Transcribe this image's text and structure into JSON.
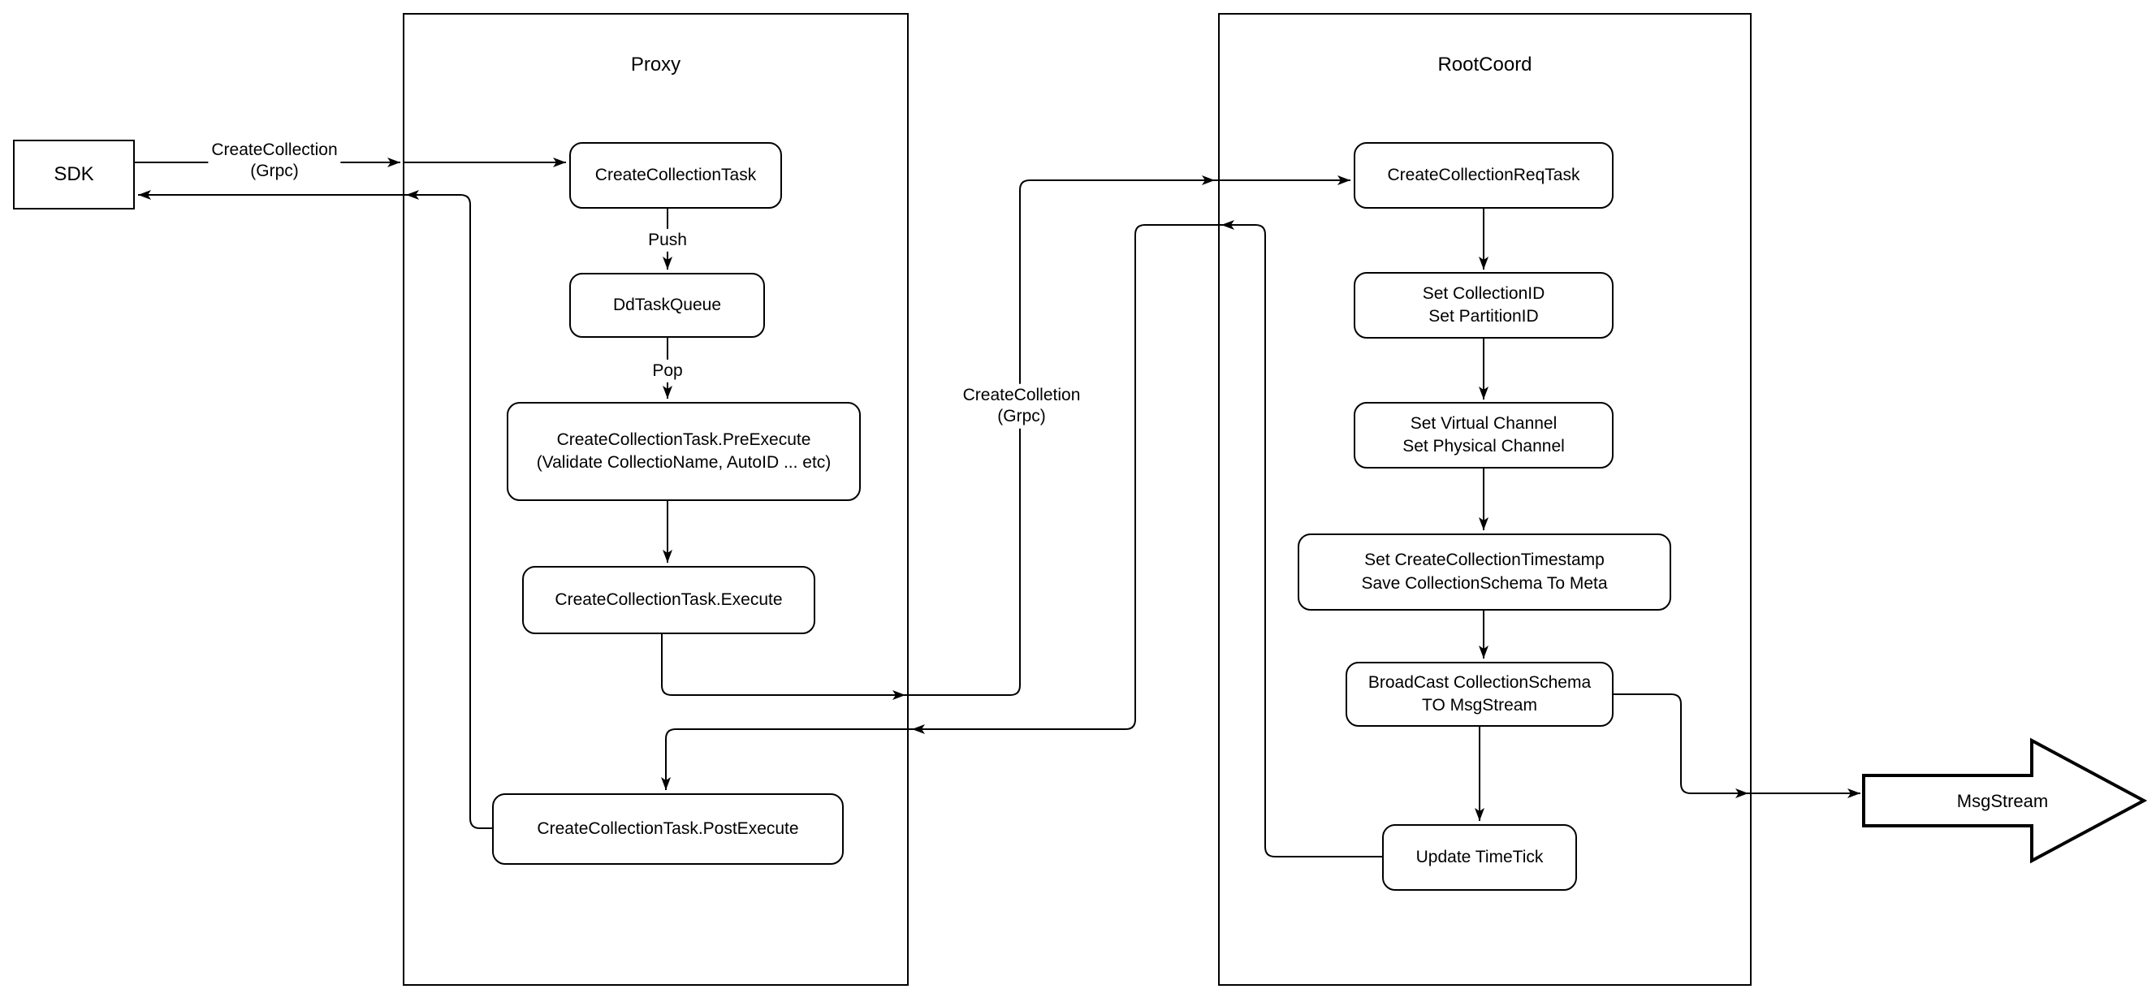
{
  "diagram": {
    "colors": {
      "stroke": "#000000",
      "background": "#ffffff",
      "node_fill": "#ffffff"
    },
    "sdk": {
      "label": "SDK"
    },
    "proxy": {
      "title": "Proxy",
      "nodes": {
        "task": {
          "label": "CreateCollectionTask"
        },
        "queue": {
          "label": "DdTaskQueue"
        },
        "pre": {
          "label": "CreateCollectionTask.PreExecute\n(Validate CollectioName, AutoID ... etc)"
        },
        "exec": {
          "label": "CreateCollectionTask.Execute"
        },
        "post": {
          "label": "CreateCollectionTask.PostExecute"
        }
      }
    },
    "rootcoord": {
      "title": "RootCoord",
      "nodes": {
        "req": {
          "label": "CreateCollectionReqTask"
        },
        "ids": {
          "label": "Set CollectionID\nSet PartitionID"
        },
        "channels": {
          "label": "Set Virtual Channel\nSet Physical Channel"
        },
        "timestamp": {
          "label": "Set CreateCollectionTimestamp\nSave CollectionSchema To Meta"
        },
        "broadcast": {
          "label": "BroadCast CollectionSchema\nTO MsgStream"
        },
        "timetick": {
          "label": "Update TimeTick"
        }
      }
    },
    "msgstream": {
      "label": "MsgStream"
    },
    "edge_labels": {
      "sdk_grpc": "CreateCollection\n(Grpc)",
      "push": "Push",
      "pop": "Pop",
      "proxy_grpc": "CreateColletion\n(Grpc)"
    }
  }
}
